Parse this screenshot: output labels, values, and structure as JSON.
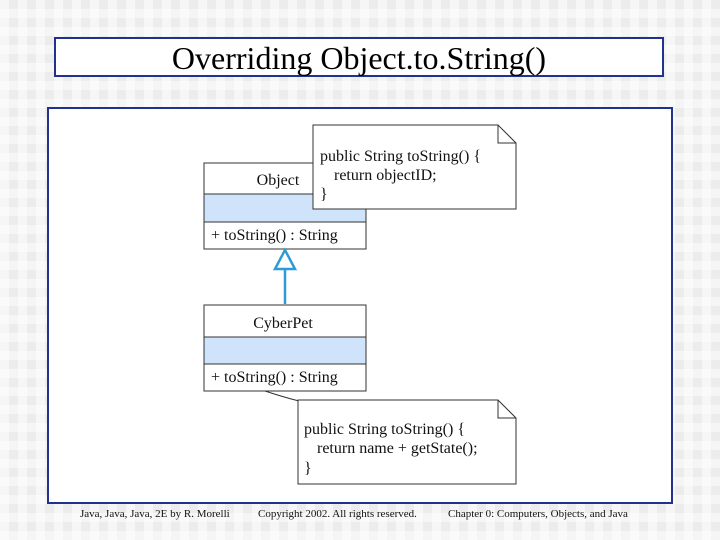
{
  "slide": {
    "title": "Overriding Object.to.String()"
  },
  "diagram": {
    "classes": [
      {
        "name": "Object",
        "method": "+ toString() : String"
      },
      {
        "name": "CyberPet",
        "method": "+ toString() : String"
      }
    ],
    "notes": [
      {
        "lines": [
          "public String toString()  {",
          "return objectID;",
          "}"
        ]
      },
      {
        "lines": [
          "public String toString()  {",
          "return name + getState();",
          "}"
        ]
      }
    ],
    "colors": {
      "class_header_fill": "#ffffff",
      "class_attribute_fill": "#cfe3fb",
      "inheritance_arrow": "#2f9bd6",
      "border": "#22318f"
    }
  },
  "footer": {
    "left": "Java, Java, Java, 2E by R. Morelli",
    "center": "Copyright 2002. All rights reserved.",
    "right": "Chapter 0: Computers, Objects, and Java"
  }
}
